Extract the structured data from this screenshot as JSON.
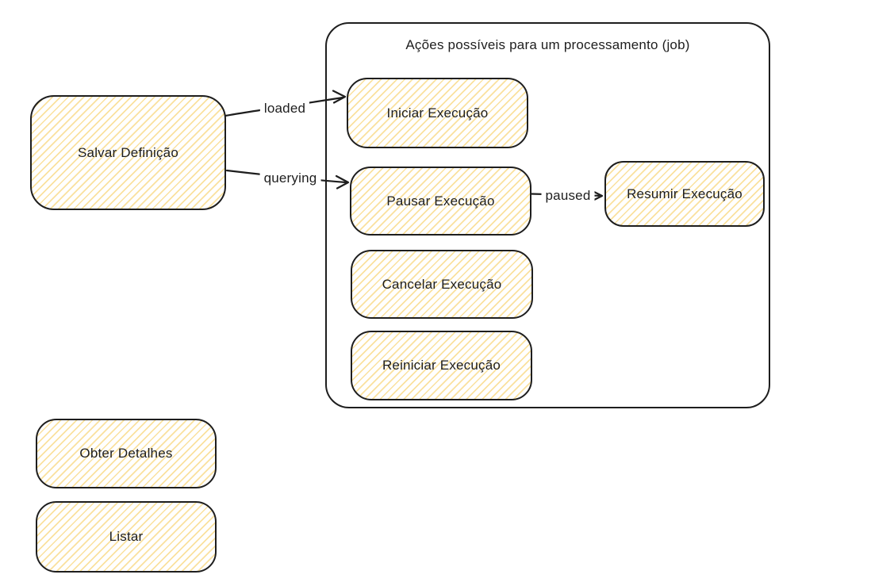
{
  "diagram": {
    "colors": {
      "stroke": "#1e1e1e",
      "text": "#1e1e1e",
      "hatch_fill": "#f6c84e",
      "background": "#ffffff"
    },
    "frame": {
      "title": "Ações possíveis para um processamento (job)"
    },
    "nodes": {
      "salvar": {
        "label": "Salvar Definição"
      },
      "iniciar": {
        "label": "Iniciar Execução"
      },
      "pausar": {
        "label": "Pausar Execução"
      },
      "cancelar": {
        "label": "Cancelar Execução"
      },
      "reiniciar": {
        "label": "Reiniciar Execução"
      },
      "resumir": {
        "label": "Resumir Execução"
      },
      "obter": {
        "label": "Obter Detalhes"
      },
      "listar": {
        "label": "Listar"
      }
    },
    "edges": {
      "loaded": {
        "label": "loaded",
        "from": "Salvar Definição",
        "to": "Iniciar Execução"
      },
      "querying": {
        "label": "querying",
        "from": "Salvar Definição",
        "to": "Pausar Execução"
      },
      "paused": {
        "label": "paused",
        "from": "Pausar Execução",
        "to": "Resumir Execução"
      }
    }
  }
}
